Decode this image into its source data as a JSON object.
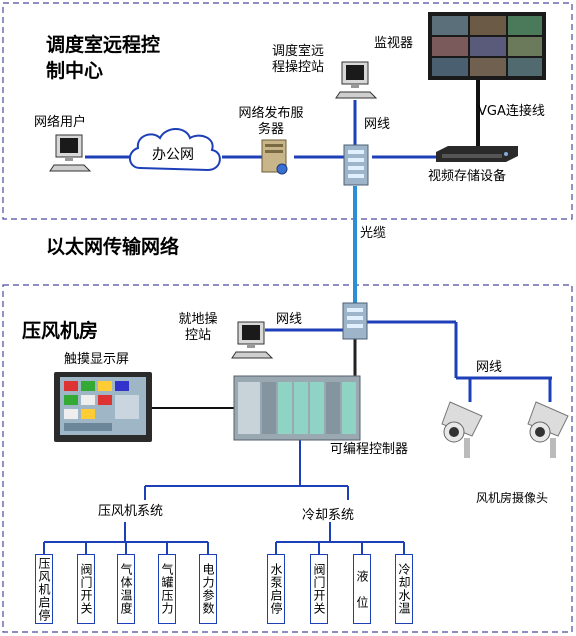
{
  "zones": {
    "control_center": "调度室远程控\n制中心",
    "transmission": "以太网传输网络",
    "compressor_room": "压风机房"
  },
  "labels": {
    "network_user": "网络用户",
    "office_net": "办公网",
    "publish_server": "网络发布服\n务器",
    "remote_station": "调度室远\n程操控站",
    "monitor": "监视器",
    "network_line_top": "网线",
    "vga": "VGA连接线",
    "video_storage": "视频存储设备",
    "fiber": "光缆",
    "local_station": "就地操\n控站",
    "network_line_mid": "网线",
    "touch_screen": "触摸显示屏",
    "network_line_cam": "网线",
    "plc": "可编程控制器",
    "cameras": "风机房摄像头",
    "compressor_system": "压风机系统",
    "cooling_system": "冷却系统"
  },
  "compressor_items": [
    "压风机启停",
    "阀门开关",
    "气体温度",
    "气罐压力",
    "电力参数"
  ],
  "cooling_items": [
    "水泵启停",
    "阀门开关",
    "液　位",
    "冷却水温"
  ],
  "colors": {
    "line_blue": "#1d3fb8",
    "fiber_blue": "#2a8fd6",
    "dash_border": "#4a4aa0"
  }
}
